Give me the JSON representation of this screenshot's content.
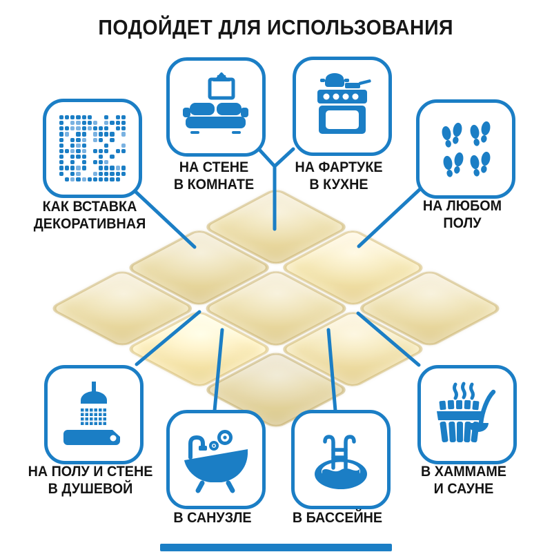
{
  "title": "ПОДОЙДЕТ ДЛЯ ИСПОЛЬЗОВАНИЯ",
  "colors": {
    "accent": "#1b7ec5",
    "accent_light": "#7ab2e1",
    "tile_base": "#ecdda6",
    "tile_edge": "#c9b478",
    "text": "#141414"
  },
  "usage_items": [
    {
      "id": "mosaic",
      "icon": "mosaic-tiles-icon",
      "label_lines": [
        "КАК ВСТАВКА",
        "ДЕКОРАТИВНАЯ"
      ]
    },
    {
      "id": "sofa",
      "icon": "sofa-picture-icon",
      "label_lines": [
        "НА СТЕНЕ",
        "В КОМНАТЕ"
      ]
    },
    {
      "id": "stove",
      "icon": "kitchen-stove-icon",
      "label_lines": [
        "НА ФАРТУКЕ",
        "В КУХНЕ"
      ]
    },
    {
      "id": "footprints",
      "icon": "footprints-icon",
      "label_lines": [
        "НА ЛЮБОМ",
        "ПОЛУ"
      ]
    },
    {
      "id": "shower",
      "icon": "shower-icon",
      "label_lines": [
        "НА ПОЛУ И СТЕНЕ",
        "В ДУШЕВОЙ"
      ]
    },
    {
      "id": "bathtub",
      "icon": "bathtub-icon",
      "label_lines": [
        "В САНУЗЛЕ"
      ]
    },
    {
      "id": "pool",
      "icon": "pool-ladder-icon",
      "label_lines": [
        "В БАССЕЙНЕ"
      ]
    },
    {
      "id": "sauna",
      "icon": "sauna-bucket-icon",
      "label_lines": [
        "В ХАММАМЕ",
        "И САУНЕ"
      ]
    }
  ],
  "product_image": {
    "icon": "beige-glass-tiles-3x3",
    "rows": 3,
    "cols": 3
  }
}
